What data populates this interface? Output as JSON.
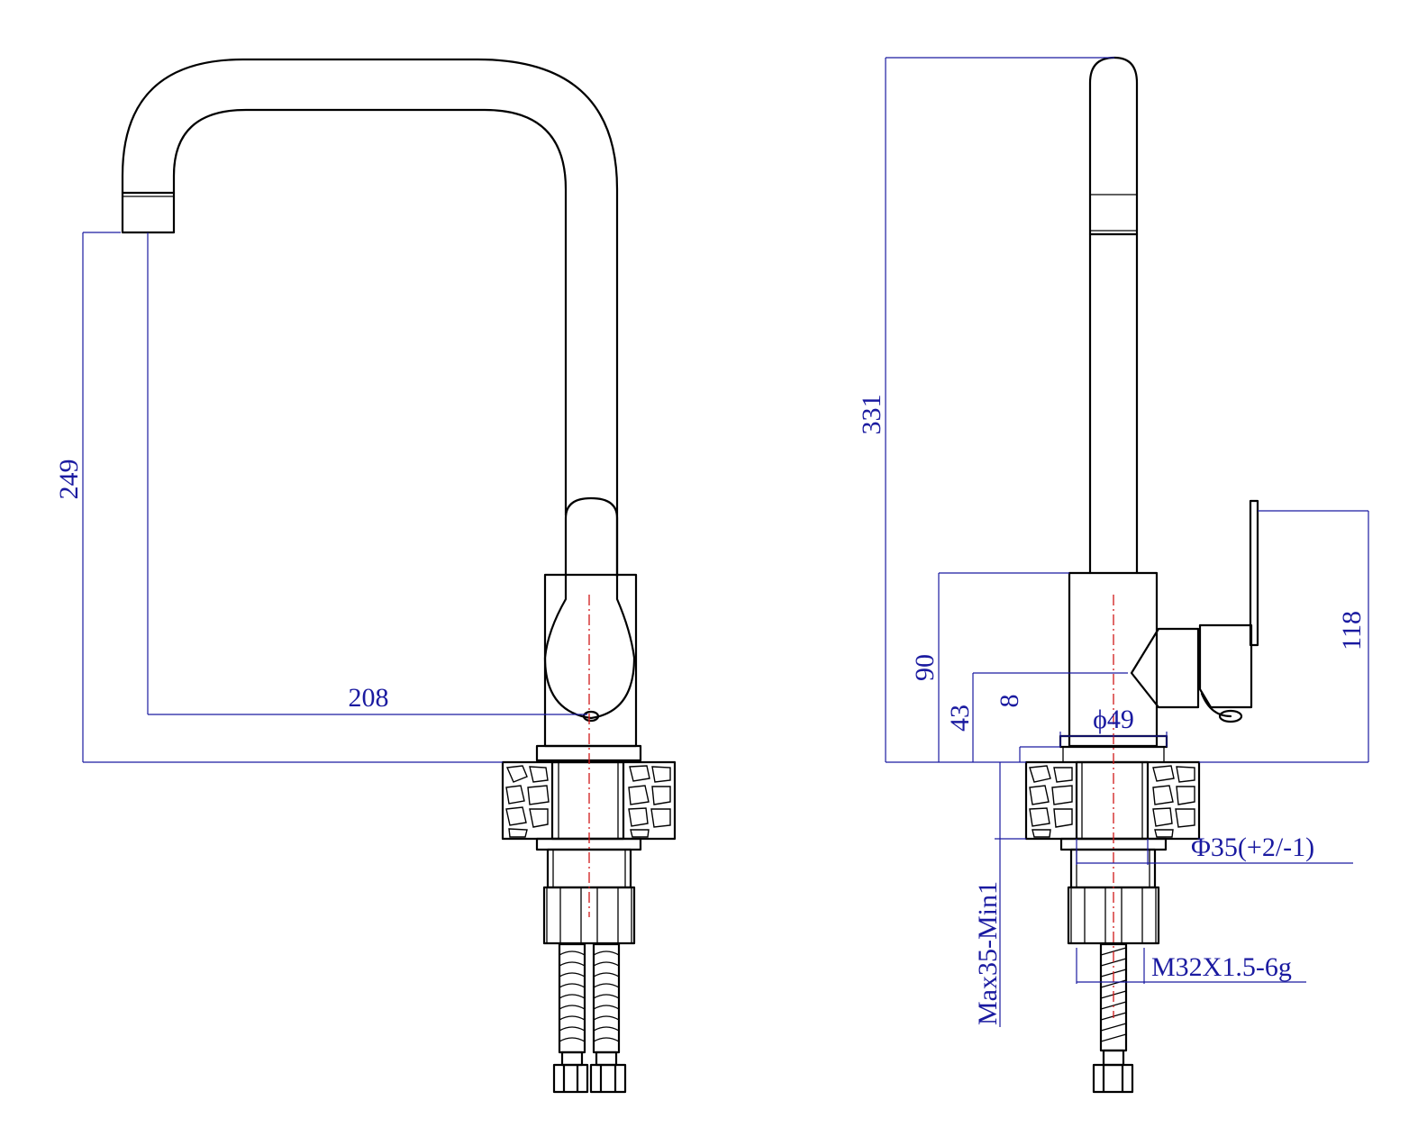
{
  "dimensions": {
    "front": {
      "spout_height": "249",
      "spout_reach": "208"
    },
    "side": {
      "total_height": "331",
      "handle_height": "118",
      "body_height": "90",
      "lever_axis_height": "43",
      "flange_height": "8",
      "base_diameter": "ϕ49",
      "hole_diameter": "Φ35(+2/-1)",
      "counter_thickness": "Max35-Min1",
      "thread": "M32X1.5-6g"
    }
  },
  "colors": {
    "outline": "#000000",
    "dimension": "#1a1aa0",
    "centerline": "#d01818"
  }
}
